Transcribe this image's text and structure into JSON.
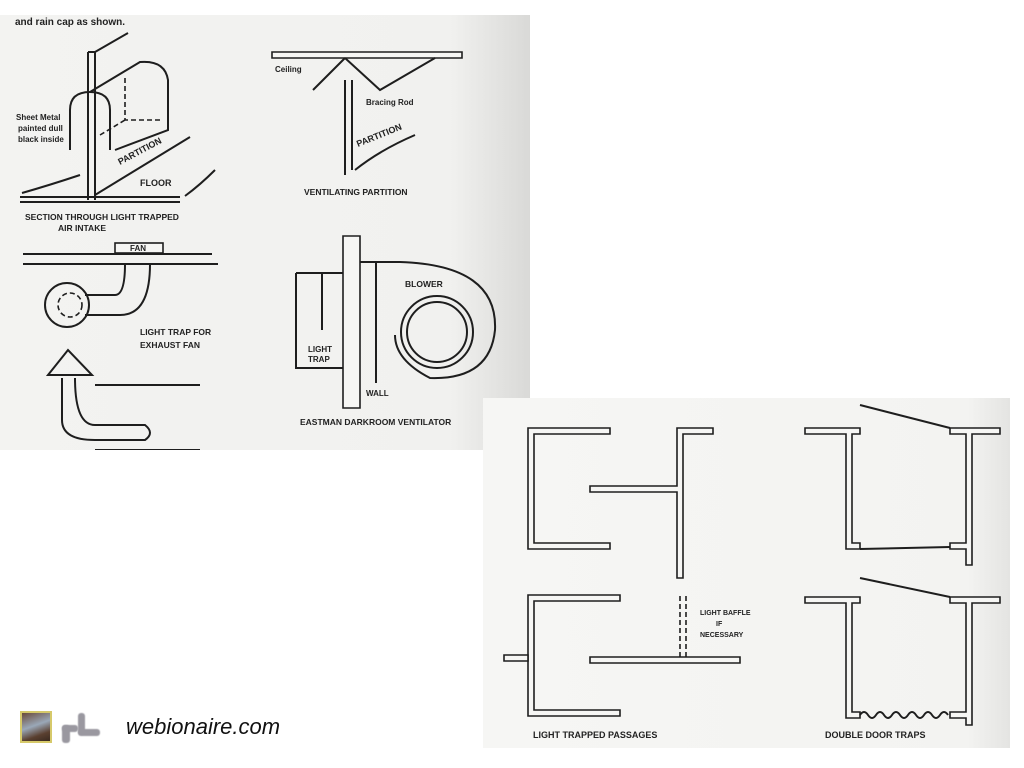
{
  "top_figure": {
    "header_fragment": "and rain cap as shown.",
    "air_intake": {
      "annotation": [
        "Sheet Metal",
        "painted dull",
        "black inside"
      ],
      "partition_label": "PARTITION",
      "floor_label": "FLOOR",
      "caption": [
        "SECTION THROUGH LIGHT TRAPPED",
        "AIR INTAKE"
      ]
    },
    "ventilating_partition": {
      "ceiling_label": "Ceiling",
      "rod_label": "Bracing Rod",
      "partition_label": "PARTITION",
      "caption": "VENTILATING PARTITION"
    },
    "exhaust_fan": {
      "fan_label": "FAN",
      "caption": [
        "LIGHT TRAP FOR",
        "EXHAUST FAN"
      ]
    },
    "eastman_ventilator": {
      "blower_label": "BLOWER",
      "trap_label": [
        "LIGHT",
        "TRAP"
      ],
      "wall_label": "WALL",
      "caption": "EASTMAN DARKROOM VENTILATOR"
    }
  },
  "bottom_figure": {
    "baffle_note": [
      "LIGHT BAFFLE",
      "IF",
      "NECESSARY"
    ],
    "passages_caption": "LIGHT TRAPPED PASSAGES",
    "door_caption": "DOUBLE DOOR TRAPS"
  },
  "footer": {
    "site": "webionaire.com"
  }
}
